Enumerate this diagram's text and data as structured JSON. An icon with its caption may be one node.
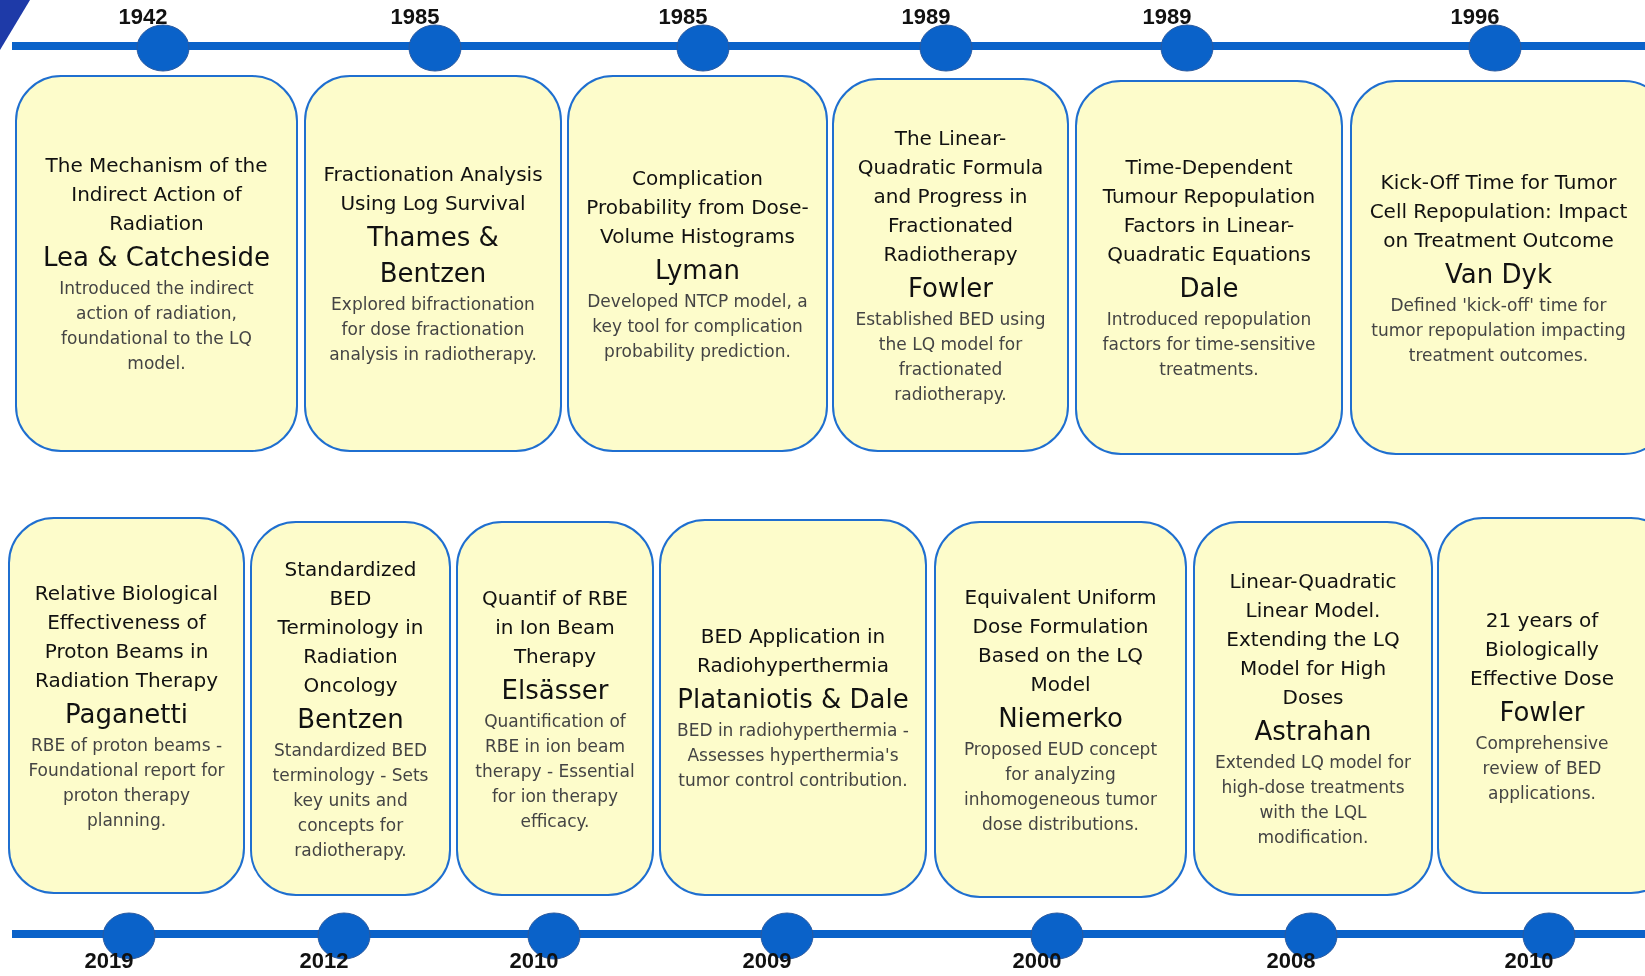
{
  "diagram": {
    "nodes": [
      {
        "text": [
          "The Mechanism of the Indirect Action of Radiation",
          "Lea & Catcheside",
          "Introduced the indirect action of radiation, foundational to the LQ model."
        ],
        "beside": [
          "1942"
        ]
      },
      {
        "text": [
          "Fractionation Analysis Using Log Survival",
          "Thames & Bentzen",
          "Explored bifractionation for dose fractionation analysis in radiotherapy."
        ],
        "beside": [
          "1985"
        ]
      },
      {
        "text": [
          "Complication Probability from Dose-Volume Histograms",
          "Lyman",
          "Developed NTCP model, a key tool for complication probability prediction."
        ],
        "beside": [
          "1985"
        ]
      },
      {
        "text": [
          "The Linear-Quadratic Formula and Progress in Fractionated Radiotherapy",
          "Fowler",
          "Established BED using the LQ model for fractionated radiotherapy."
        ],
        "beside": [
          "1989"
        ]
      },
      {
        "text": [
          "Time-Dependent Tumour Repopulation Factors in Linear-Quadratic Equations",
          "Dale",
          "Introduced repopulation factors  for time-sensitive treatments."
        ],
        "beside": [
          "1989"
        ]
      },
      {
        "text": [
          "Kick-Off Time for Tumor Cell Repopulation: Impact on Treatment Outcome",
          "Van Dyk",
          "Defined 'kick-off' time for tumor repopulation impacting treatment outcomes."
        ],
        "beside": [
          "1996"
        ]
      },
      {
        "text": [
          "Relative Biological Effectiveness of Proton Beams in Radiation Therapy",
          "Paganetti",
          "RBE of proton beams - Foundational report for proton therapy planning."
        ],
        "beside": [
          "2019"
        ]
      },
      {
        "text": [
          "Standardized BED Terminology in Radiation Oncology",
          "Bentzen",
          "Standardized BED terminology - Sets key units and concepts for radiotherapy."
        ],
        "beside": [
          "2012"
        ]
      },
      {
        "text": [
          "Quantif of RBE in Ion Beam Therapy",
          "Elsässer",
          "Quantification of RBE in ion beam therapy - Essential for ion therapy efficacy."
        ],
        "beside": [
          "2010"
        ]
      },
      {
        "text": [
          "BED Application in Radiohyperthermia",
          "Plataniotis & Dale",
          "BED in radiohyperthermia - Assesses hyperthermia's tumor control contribution."
        ],
        "beside": [
          "2009"
        ]
      },
      {
        "text": [
          "Equivalent Uniform Dose Formulation Based on the LQ Model",
          "Niemerko",
          "Proposed EUD concept for analyzing inhomogeneous tumor dose distributions."
        ],
        "beside": [
          "2000"
        ]
      },
      {
        "text": [
          "Linear-Quadratic Linear Model. Extending the LQ Model for High Doses",
          "Astrahan",
          "Extended LQ model for high-dose treatments with the LQL modification."
        ],
        "beside": [
          "2008"
        ]
      },
      {
        "text": [
          "21 years of Biologically Effective Dose",
          "Fowler",
          "Comprehensive review of BED applications."
        ],
        "beside": [
          "2010"
        ]
      }
    ]
  }
}
